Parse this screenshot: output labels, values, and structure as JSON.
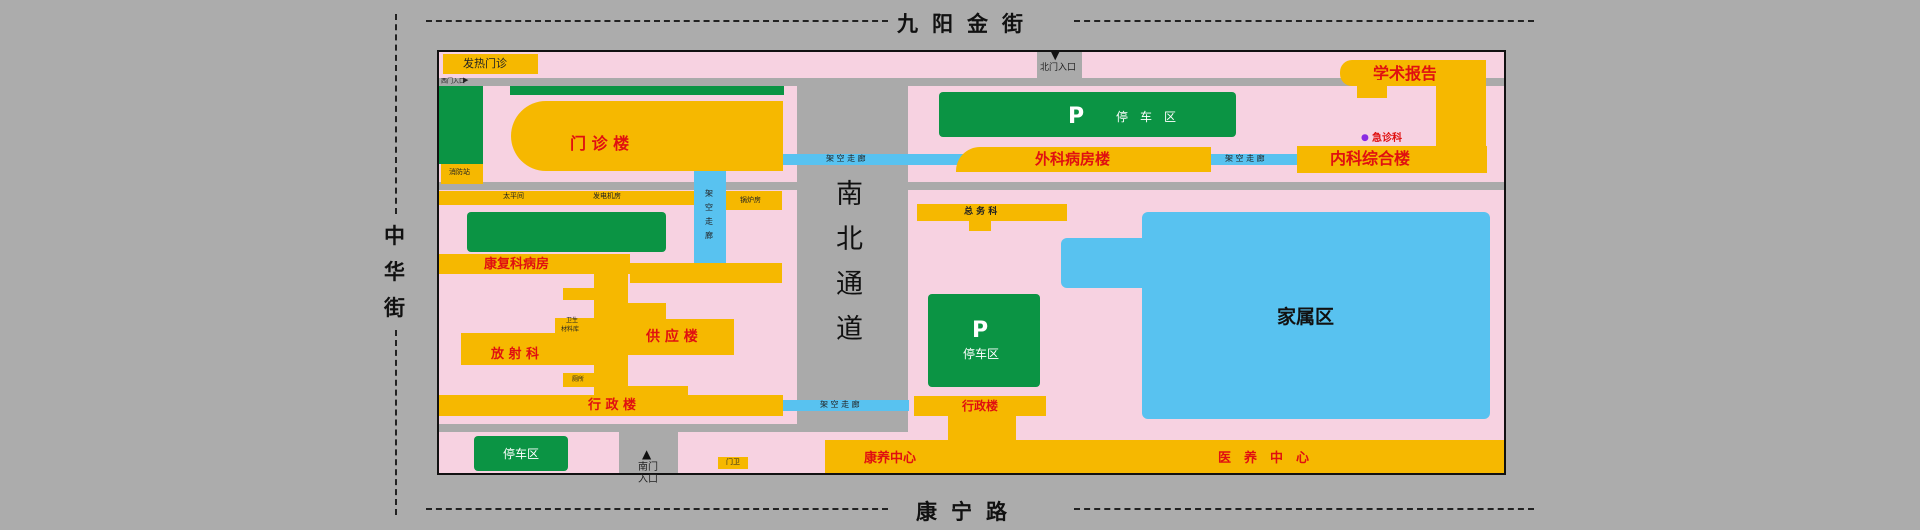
{
  "streets": {
    "north": "九阳金街",
    "south": "康宁路",
    "west": "中华街"
  },
  "road_center": "南北通道",
  "entrances": {
    "north_gate": "北门入口",
    "south_gate_line1": "南门",
    "south_gate_line2": "入口",
    "west_small": "西门入口"
  },
  "buildings": {
    "fever_clinic": "发热门诊",
    "outpatient": "门 诊 楼",
    "surgery_ward": "外科病房楼",
    "internal_medicine": "内科综合楼",
    "lecture_hall": "学术报告厅",
    "emergency": "急诊科",
    "general_affairs": "总 务 科",
    "rehab_ward": "康复科病房",
    "supply_building": "供 应 楼",
    "radiology": "放 射 科",
    "admin_west": "行 政 楼",
    "admin_east": "行政楼",
    "family_area": "家属区",
    "kangyang_center": "康养中心",
    "elderly_center": "医　养　中　心",
    "fire_station": "消防站",
    "taiping_room": "太平间",
    "generator_room": "发电机房",
    "boiler_room": "锅炉房",
    "sanitary_storage_line1": "卫生",
    "sanitary_storage_line2": "材料库",
    "toilet": "厕所",
    "guard": "门卫"
  },
  "corridors": {
    "label": "架 空 走 廊",
    "vertical": "架空走廊"
  },
  "parking": {
    "north_label": "停　车　区",
    "mid_label": "停车区",
    "south_label": "停车区",
    "p_glyph": "P"
  },
  "colors": {
    "background": "#acacac",
    "ground": "#f7d2e1",
    "building": "#f6b800",
    "parking": "#0b9444",
    "corridor": "#58c2f0",
    "label_red": "#e01010"
  }
}
